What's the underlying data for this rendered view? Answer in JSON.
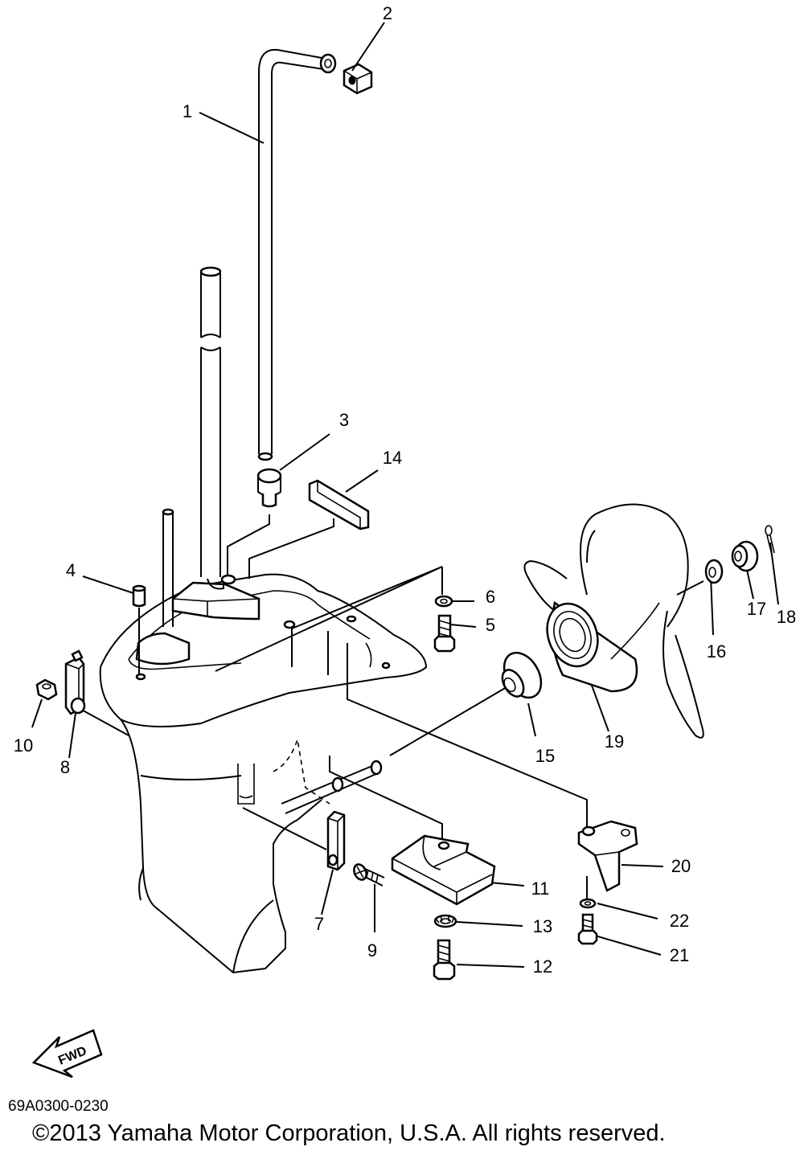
{
  "callouts": [
    "1",
    "2",
    "3",
    "4",
    "5",
    "6",
    "7",
    "8",
    "9",
    "10",
    "11",
    "12",
    "13",
    "14",
    "15",
    "16",
    "17",
    "18",
    "19",
    "20",
    "21",
    "22"
  ],
  "fwd_label": "FWD",
  "diagram_code": "69A0300-0230",
  "copyright": "©2013 Yamaha Motor Corporation, U.S.A. All rights reserved."
}
